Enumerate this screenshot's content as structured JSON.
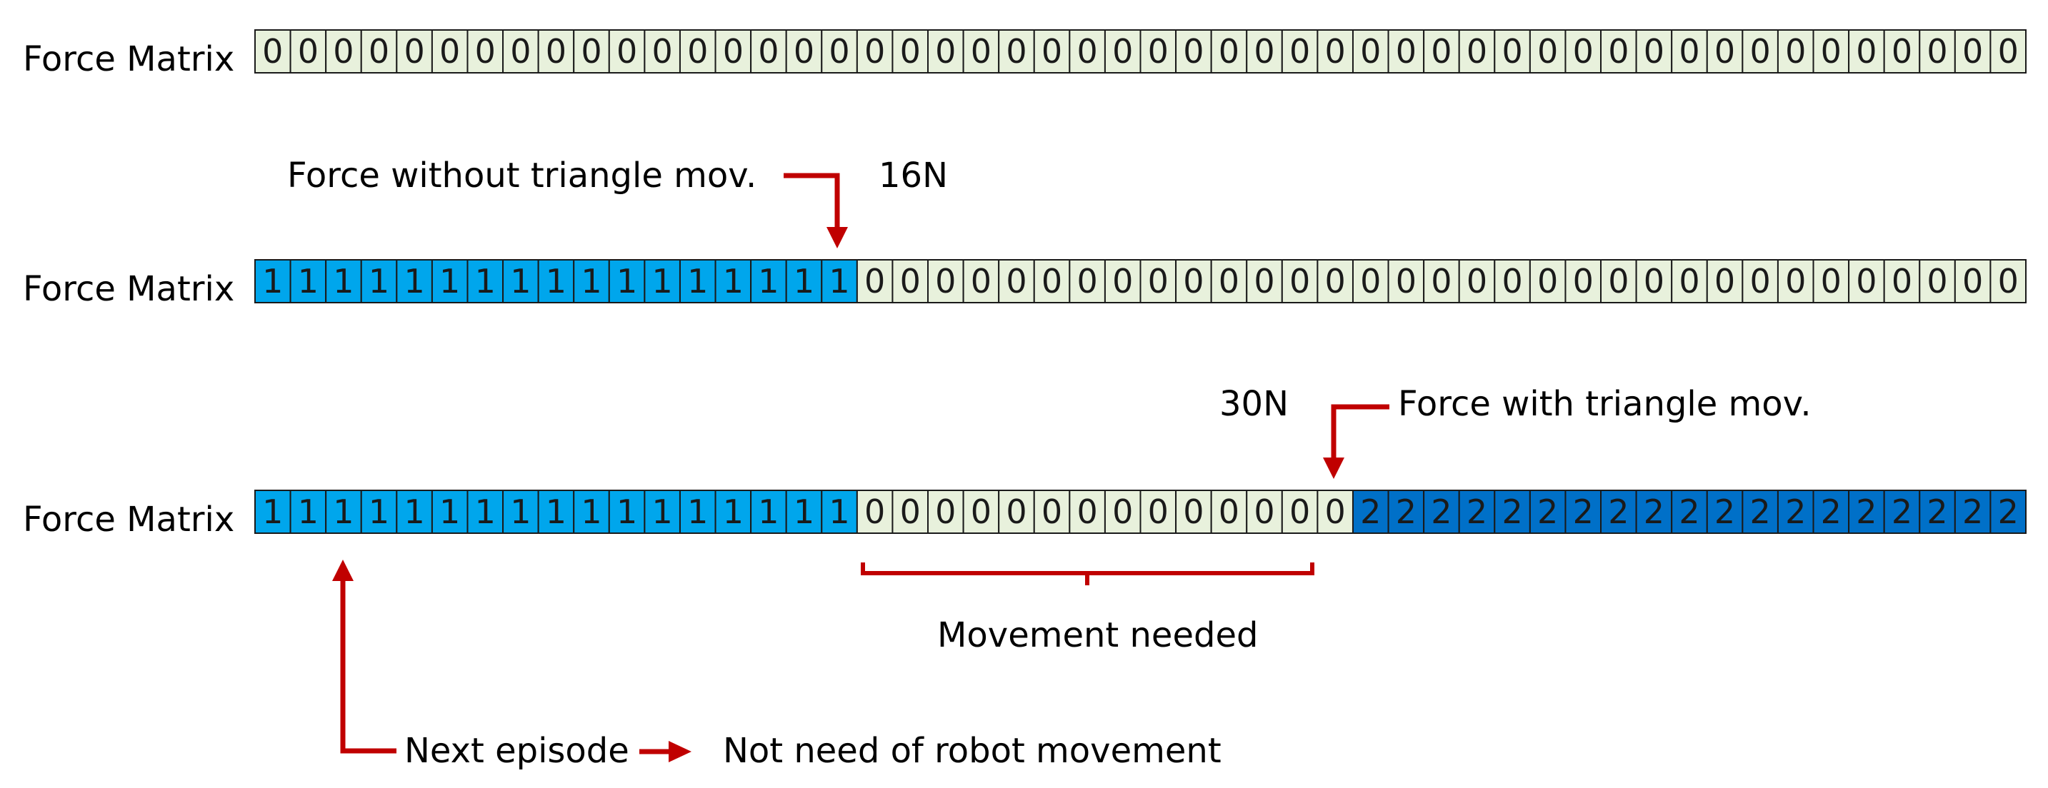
{
  "colors": {
    "zero_fill": "#e8f1dc",
    "one_fill": "#00a6ec",
    "two_fill": "#0070c8",
    "border": "#1a1a1a",
    "arrow": "#c00000",
    "text": "#1a1a1a"
  },
  "rows": [
    {
      "label": "Force Matrix",
      "cells": [
        "0",
        "0",
        "0",
        "0",
        "0",
        "0",
        "0",
        "0",
        "0",
        "0",
        "0",
        "0",
        "0",
        "0",
        "0",
        "0",
        "0",
        "0",
        "0",
        "0",
        "0",
        "0",
        "0",
        "0",
        "0",
        "0",
        "0",
        "0",
        "0",
        "0",
        "0",
        "0",
        "0",
        "0",
        "0",
        "0",
        "0",
        "0",
        "0",
        "0",
        "0",
        "0",
        "0",
        "0",
        "0",
        "0",
        "0",
        "0",
        "0",
        "0"
      ]
    },
    {
      "label": "Force Matrix",
      "cells": [
        "1",
        "1",
        "1",
        "1",
        "1",
        "1",
        "1",
        "1",
        "1",
        "1",
        "1",
        "1",
        "1",
        "1",
        "1",
        "1",
        "1",
        "0",
        "0",
        "0",
        "0",
        "0",
        "0",
        "0",
        "0",
        "0",
        "0",
        "0",
        "0",
        "0",
        "0",
        "0",
        "0",
        "0",
        "0",
        "0",
        "0",
        "0",
        "0",
        "0",
        "0",
        "0",
        "0",
        "0",
        "0",
        "0",
        "0",
        "0",
        "0",
        "0"
      ]
    },
    {
      "label": "Force Matrix",
      "cells": [
        "1",
        "1",
        "1",
        "1",
        "1",
        "1",
        "1",
        "1",
        "1",
        "1",
        "1",
        "1",
        "1",
        "1",
        "1",
        "1",
        "1",
        "0",
        "0",
        "0",
        "0",
        "0",
        "0",
        "0",
        "0",
        "0",
        "0",
        "0",
        "0",
        "0",
        "0",
        "2",
        "2",
        "2",
        "2",
        "2",
        "2",
        "2",
        "2",
        "2",
        "2",
        "2",
        "2",
        "2",
        "2",
        "2",
        "2",
        "2",
        "2",
        "2"
      ]
    }
  ],
  "annotations": {
    "force_without": "Force without triangle mov.",
    "value_16": "16N",
    "value_30": "30N",
    "force_with": "Force with triangle mov.",
    "movement_needed": "Movement needed",
    "next_episode": "Next episode",
    "not_need": "Not need of robot movement"
  }
}
